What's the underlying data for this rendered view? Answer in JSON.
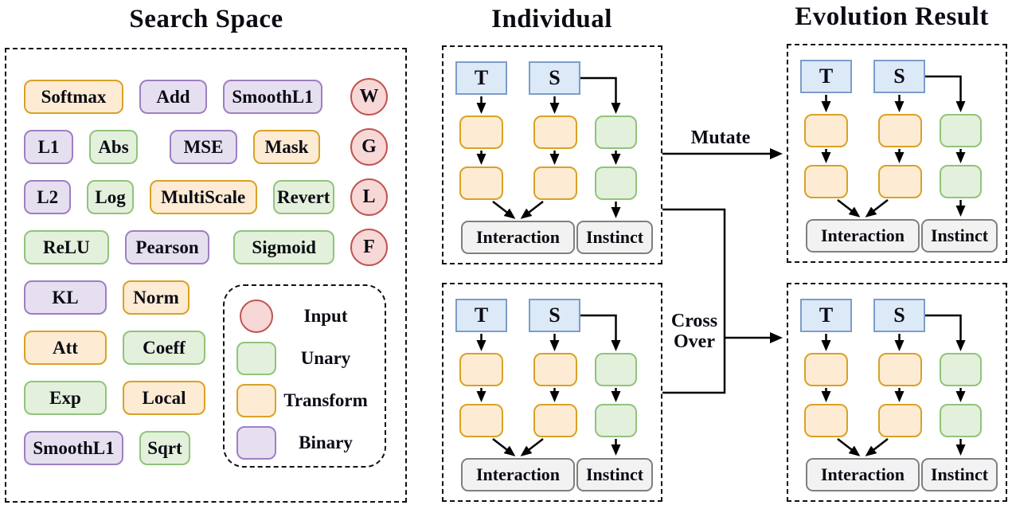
{
  "panels": {
    "search_space": {
      "title": "Search Space",
      "rows": [
        [
          {
            "label": "Softmax",
            "type": "transform"
          },
          {
            "label": "Add",
            "type": "binary"
          },
          {
            "label": "SmoothL1",
            "type": "binary"
          }
        ],
        [
          {
            "label": "L1",
            "type": "binary"
          },
          {
            "label": "Abs",
            "type": "unary"
          },
          {
            "label": "MSE",
            "type": "binary"
          },
          {
            "label": "Mask",
            "type": "transform"
          }
        ],
        [
          {
            "label": "L2",
            "type": "binary"
          },
          {
            "label": "Log",
            "type": "unary"
          },
          {
            "label": "MultiScale",
            "type": "transform"
          },
          {
            "label": "Revert",
            "type": "unary"
          }
        ],
        [
          {
            "label": "ReLU",
            "type": "unary"
          },
          {
            "label": "Pearson",
            "type": "binary"
          },
          {
            "label": "Sigmoid",
            "type": "unary"
          }
        ],
        [
          {
            "label": "KL",
            "type": "binary"
          },
          {
            "label": "Norm",
            "type": "transform"
          }
        ],
        [
          {
            "label": "Att",
            "type": "transform"
          },
          {
            "label": "Coeff",
            "type": "unary"
          }
        ],
        [
          {
            "label": "Exp",
            "type": "unary"
          },
          {
            "label": "Local",
            "type": "transform"
          }
        ],
        [
          {
            "label": "SmoothL1",
            "type": "binary"
          },
          {
            "label": "Sqrt",
            "type": "unary"
          }
        ]
      ],
      "inputs": [
        "W",
        "G",
        "L",
        "F"
      ],
      "legend": [
        {
          "label": "Input",
          "type": "input"
        },
        {
          "label": "Unary",
          "type": "unary"
        },
        {
          "label": "Transform",
          "type": "transform"
        },
        {
          "label": "Binary",
          "type": "binary"
        }
      ]
    },
    "individual": {
      "title": "Individual"
    },
    "evolution": {
      "title": "Evolution Result"
    }
  },
  "graph": {
    "inputs": [
      "T",
      "S"
    ],
    "outputs": [
      "Interaction",
      "Instinct"
    ],
    "columns": [
      "transform",
      "transform",
      "unary"
    ],
    "nodes_per_column": 2
  },
  "operations": {
    "mutate": "Mutate",
    "crossover_line1": "Cross",
    "crossover_line2": "Over"
  },
  "colors": {
    "transform_fill": "#FDEBD3",
    "transform_border": "#D9A226",
    "unary_fill": "#E3F0DB",
    "unary_border": "#90C47C",
    "binary_fill": "#E6DFF0",
    "binary_border": "#9E7FC2",
    "input_fill": "#F8D8D6",
    "input_border": "#BF5451",
    "io_fill": "#DCE9F7",
    "io_border": "#7D9DC8",
    "out_fill": "#F2F2F2",
    "out_border": "#7F7F7F"
  }
}
